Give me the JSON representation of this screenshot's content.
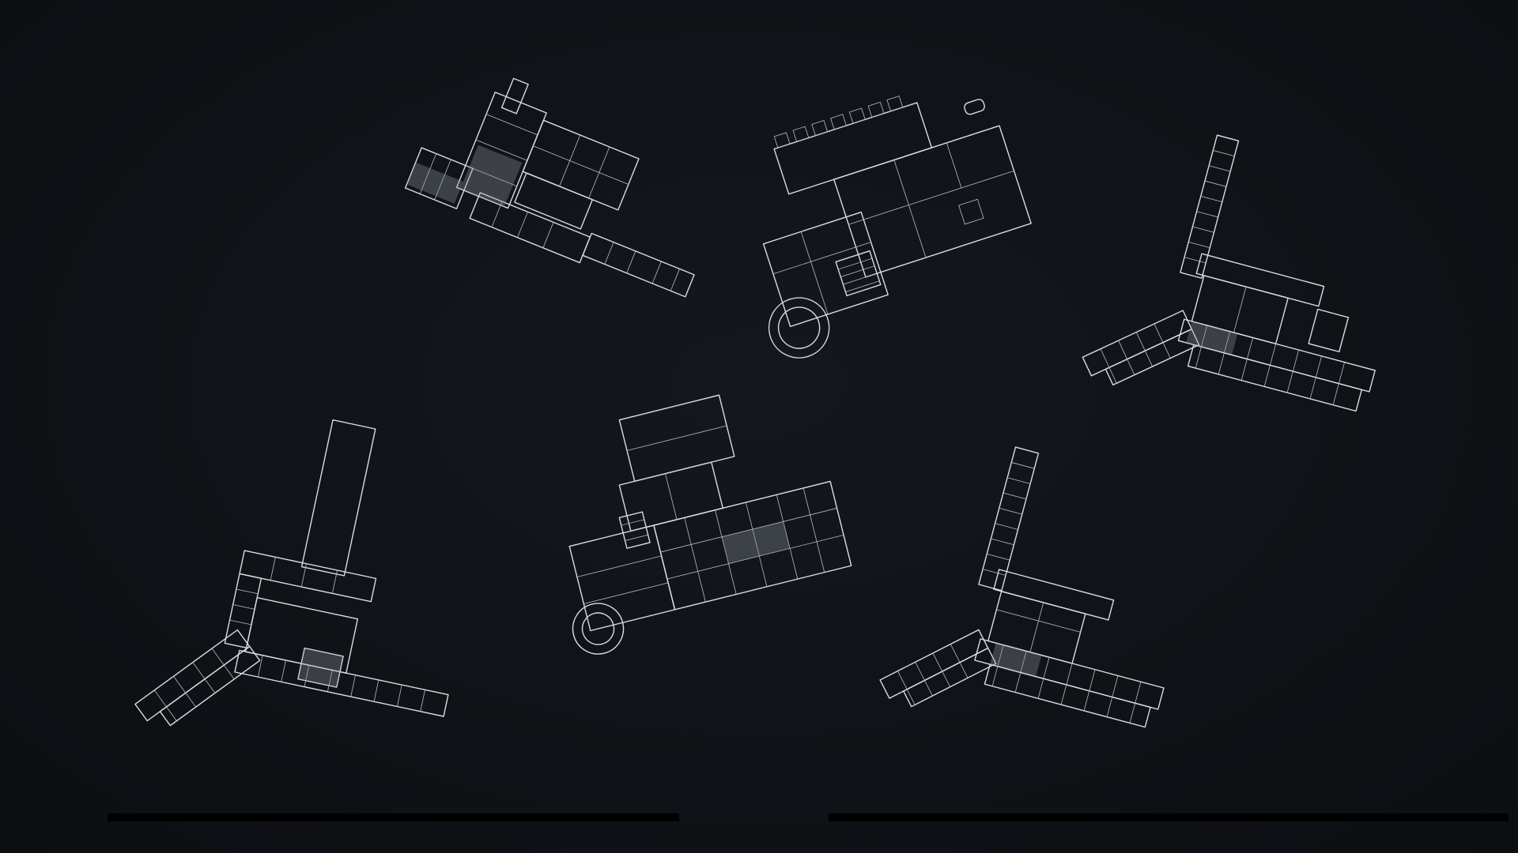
{
  "plans": [
    {
      "name": "plan-top-left",
      "labels": []
    },
    {
      "name": "plan-top-center",
      "labels": []
    },
    {
      "name": "plan-top-right",
      "labels": []
    },
    {
      "name": "plan-bottom-left",
      "labels": []
    },
    {
      "name": "plan-bottom-center",
      "labels": []
    },
    {
      "name": "plan-bottom-right",
      "labels": []
    }
  ],
  "colors": {
    "background": "#0f1216",
    "linework": "#d9dde2",
    "bars": "#000000"
  }
}
